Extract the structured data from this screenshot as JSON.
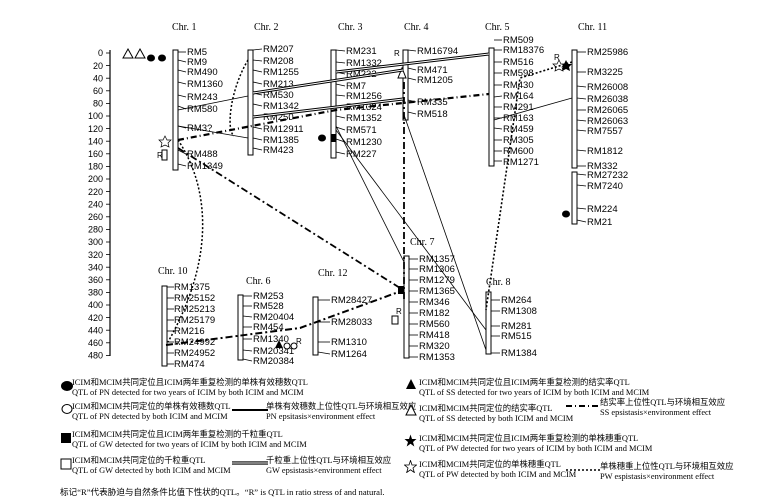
{
  "scale": [
    "0",
    "20",
    "40",
    "60",
    "80",
    "100",
    "120",
    "140",
    "160",
    "180",
    "200",
    "220",
    "240",
    "260",
    "280",
    "300",
    "320",
    "340",
    "360",
    "380",
    "400",
    "420",
    "440",
    "460",
    "480"
  ],
  "chromosomes": [
    {
      "title": "Chr. 1",
      "markers": [
        "RM5",
        "RM9",
        "RM490",
        "RM1360",
        "RM243",
        "RM580",
        "RM3?",
        "RM488",
        "RM1349"
      ]
    },
    {
      "title": "Chr. 2",
      "markers": [
        "RM207",
        "RM208",
        "RM1255",
        "RM213",
        "RM530",
        "RM1342",
        "RM250",
        "RM12911",
        "RM1385",
        "RM423"
      ]
    },
    {
      "title": "Chr. 3",
      "markers": [
        "RM231",
        "RM1332",
        "RM232",
        "RM7",
        "RM1256",
        "RM1324",
        "RM1352",
        "RM571",
        "RM1230",
        "RM227"
      ]
    },
    {
      "title": "Chr. 4",
      "markers": [
        "RM16794",
        "RM471",
        "RM1205",
        "RM335",
        "RM518"
      ]
    },
    {
      "title": "Chr. 5",
      "markers": [
        "RM509",
        "RM18376",
        "RM516",
        "RM598",
        "RM430",
        "RM164",
        "RM291",
        "RM163",
        "RM459",
        "RM305",
        "RM600",
        "RM1271"
      ]
    },
    {
      "title": "Chr. 11",
      "markers": [
        "RM25986",
        "RM3225",
        "RM26008",
        "RM26038",
        "RM26065",
        "RM26063",
        "RM7557",
        "RM1812",
        "RM332",
        "RM27232",
        "RM7240",
        "RM224",
        "RM21"
      ]
    },
    {
      "title": "Chr. 10",
      "markers": [
        "RM1375",
        "RM25152",
        "RM25213",
        "RM25179",
        "RM216",
        "RM24992",
        "RM24952",
        "RM474"
      ]
    },
    {
      "title": "Chr. 6",
      "markers": [
        "RM253",
        "RM528",
        "RM20404",
        "RM454",
        "RM1340",
        "RM20341",
        "RM20384"
      ]
    },
    {
      "title": "Chr. 12",
      "markers": [
        "RM28427",
        "RM28033",
        "RM1310",
        "RM1264"
      ]
    },
    {
      "title": "Chr. 7",
      "markers": [
        "RM1357",
        "RM1306",
        "RM1279",
        "RM1365",
        "RM346",
        "RM182",
        "RM560",
        "RM418",
        "RM320",
        "RM1353"
      ]
    },
    {
      "title": "Chr. 8",
      "markers": [
        "RM264",
        "RM1308",
        "RM281",
        "RM515",
        "RM1384"
      ]
    }
  ],
  "r_label": "R",
  "legend": [
    {
      "l1": "ICIM和MCIM共同定位且ICIM两年重复检测的单株有效穗数QTL",
      "l2": "QTL of PN detected for two years of ICIM by both ICIM and MCIM"
    },
    {
      "l1": "ICIM和MCIM共同定位的单株有效穗数QTL",
      "l2": "QTL of PN detected  by both ICIM and MCIM"
    },
    {
      "l1": "ICIM和MCIM共同定位且ICIM两年重复检测的千粒重QTL",
      "l2": "QTL of GW detected for two years of ICIM by both ICIM and MCIM"
    },
    {
      "l1": "ICIM和MCIM共同定位的千粒重QTL",
      "l2": "QTL of GW detected  by both ICIM and MCIM"
    },
    {
      "l1": "ICIM和MCIM共同定位且ICIM两年重复检测的结实率QTL",
      "l2": "QTL of SS detected for two years of ICIM by both ICIM and MCIM"
    },
    {
      "l1": "ICIM和MCIM共同定位的结实率QTL",
      "l2": "QTL of SS detected  by both ICIM and MCIM"
    },
    {
      "l1": "ICIM和MCIM共同定位且ICIM两年重复检测的单株穗重QTL",
      "l2": "QTL of PW detected for two years of ICIM by both ICIM and MCIM"
    },
    {
      "l1": "ICIM和MCIM共同定位的单株穗重QTL",
      "l2": "QTL of PW detected  by both ICIM and MCIM"
    }
  ],
  "epistasis": [
    {
      "l1": "单株有效穗数上位性QTL与环境相互效应",
      "l2": "PN epsitasis×environment effect"
    },
    {
      "l1": "结实率上位性QTL与环境相互效应",
      "l2": "SS epsistasis×environment effect"
    },
    {
      "l1": "千粒重上位性QTL与环境相互效应",
      "l2": "GW epsistasis×environment effect"
    },
    {
      "l1": "单株穗重上位性QTL与环境相互效应",
      "l2": "PW espistasis×environment effect"
    }
  ],
  "footnote": "标记“R”代表胁迫与自然条件比值下性状的QTL。“R” is QTL in ratio stress of and natural."
}
